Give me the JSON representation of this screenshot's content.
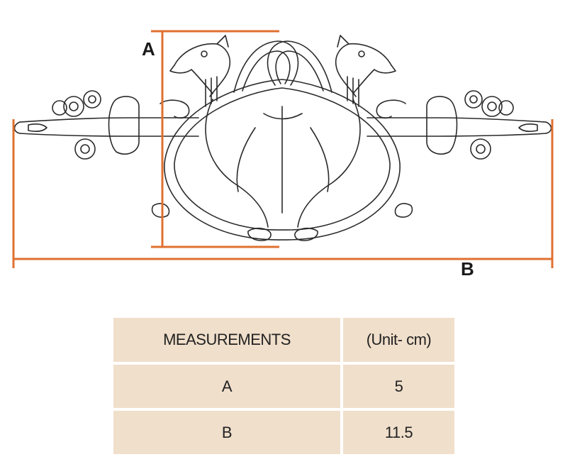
{
  "diagram": {
    "icon": "celtic-knot-twin-hounds",
    "dimension_color": "#e07030",
    "labels": {
      "a": "A",
      "b": "B"
    }
  },
  "table": {
    "cell_color": "#f0dfcb",
    "header": {
      "name": "MEASUREMENTS",
      "unit": "(Unit- cm)"
    },
    "rows": [
      {
        "name": "A",
        "value": "5"
      },
      {
        "name": "B",
        "value": "11.5"
      }
    ]
  }
}
